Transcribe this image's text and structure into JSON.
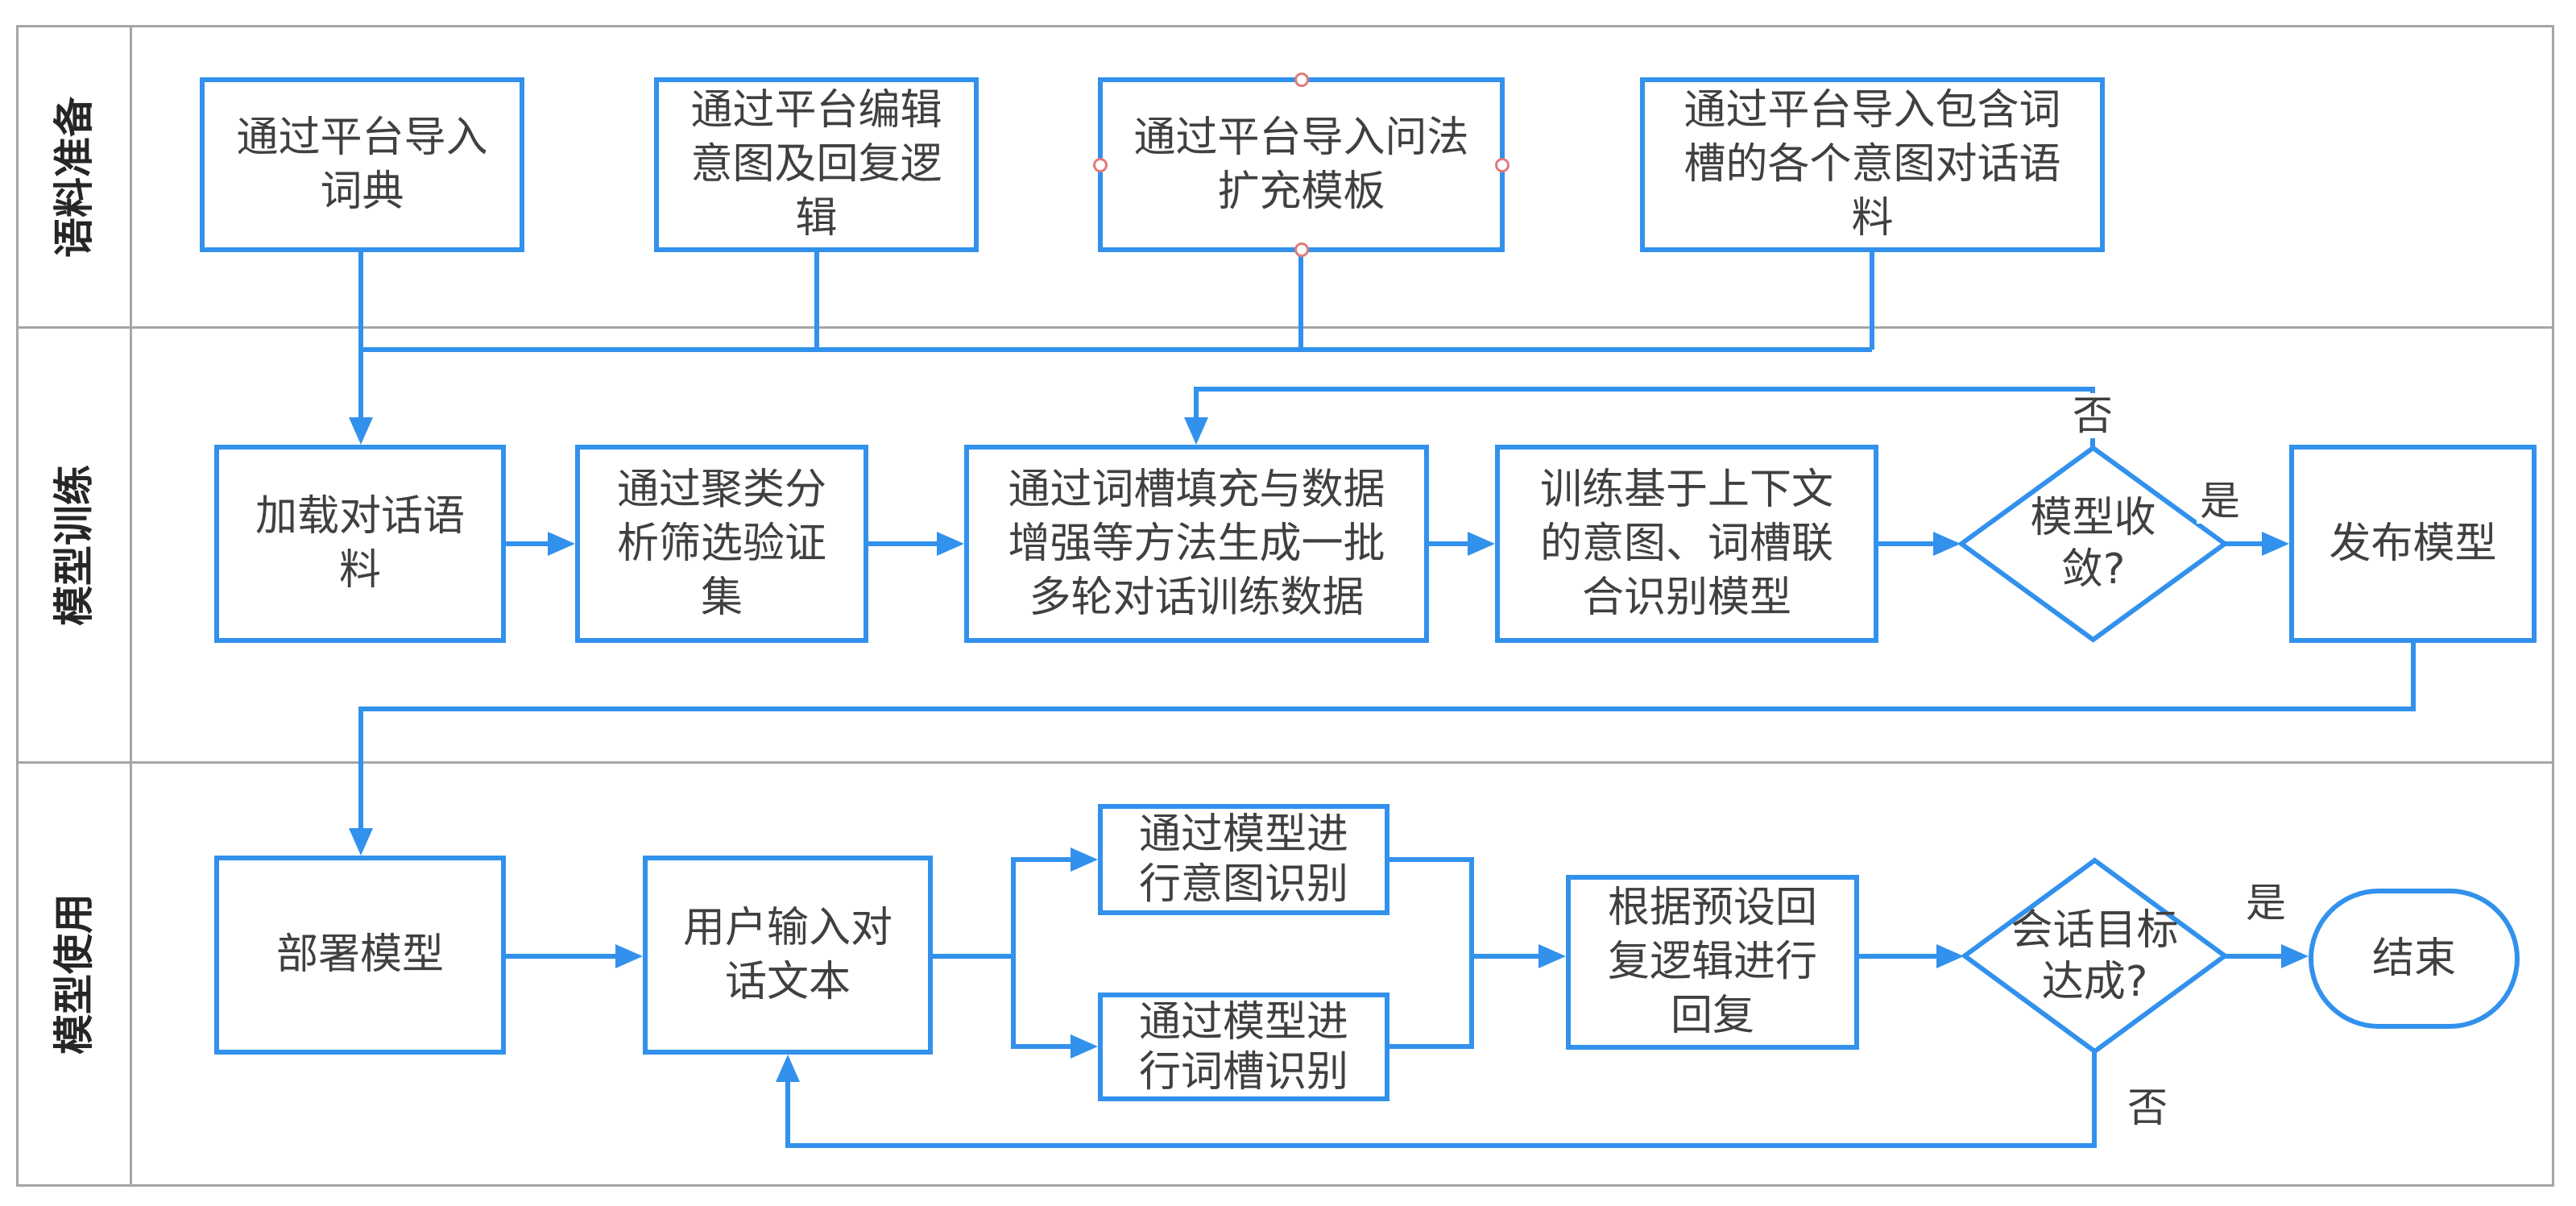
{
  "lanes": [
    {
      "label": "语料准备",
      "nodes": [
        {
          "lines": [
            "通过平台导入",
            "词典"
          ]
        },
        {
          "lines": [
            "通过平台编辑",
            "意图及回复逻",
            "辑"
          ]
        },
        {
          "lines": [
            "通过平台导入问法",
            "扩充模板"
          ],
          "selected": true
        },
        {
          "lines": [
            "通过平台导入包含词",
            "槽的各个意图对话语",
            "料"
          ]
        }
      ]
    },
    {
      "label": "模型训练",
      "nodes": [
        {
          "lines": [
            "加载对话语",
            "料"
          ]
        },
        {
          "lines": [
            "通过聚类分",
            "析筛选验证",
            "集"
          ]
        },
        {
          "lines": [
            "通过词槽填充与数据",
            "增强等方法生成一批",
            "多轮对话训练数据"
          ]
        },
        {
          "lines": [
            "训练基于上下文",
            "的意图、词槽联",
            "合识别模型"
          ]
        },
        {
          "lines": [
            "模型收",
            "敛?"
          ]
        },
        {
          "lines": [
            "发布模型"
          ]
        }
      ],
      "edge_labels": {
        "yes": "是",
        "no": "否"
      }
    },
    {
      "label": "模型使用",
      "nodes": [
        {
          "lines": [
            "部署模型"
          ]
        },
        {
          "lines": [
            "用户输入对",
            "话文本"
          ]
        },
        {
          "lines": [
            "通过模型进",
            "行意图识别"
          ]
        },
        {
          "lines": [
            "通过模型进",
            "行词槽识别"
          ]
        },
        {
          "lines": [
            "根据预设回",
            "复逻辑进行",
            "回复"
          ]
        },
        {
          "lines": [
            "会话目标",
            "达成?"
          ]
        },
        {
          "lines": [
            "结束"
          ]
        }
      ],
      "edge_labels": {
        "yes": "是",
        "no": "否"
      }
    }
  ],
  "colors": {
    "shape_stroke": "#3291ec",
    "connector": "#3291ec",
    "text": "#404040",
    "lane_border": "#a6a6a6",
    "selection_handle": "#e07a7a"
  }
}
